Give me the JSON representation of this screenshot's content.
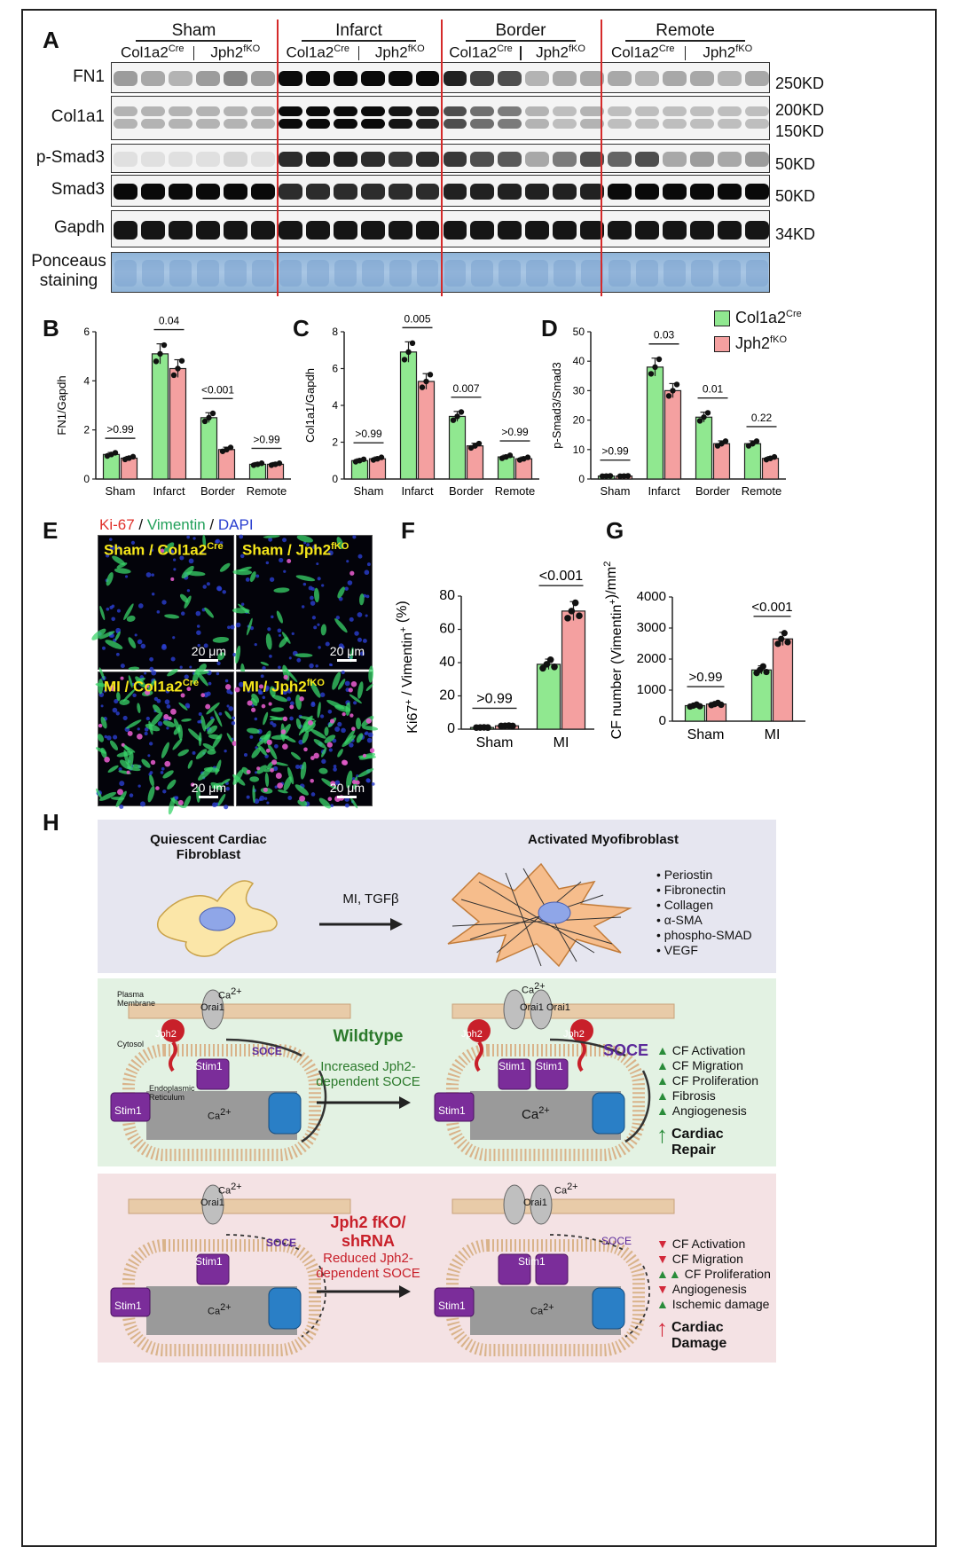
{
  "labels": {
    "A": "A",
    "B": "B",
    "C": "C",
    "D": "D",
    "E": "E",
    "F": "F",
    "G": "G",
    "H": "H"
  },
  "western": {
    "groups": [
      "Sham",
      "Infarct",
      "Border",
      "Remote"
    ],
    "genotype_left": "Col1a2",
    "genotype_left_sup": "Cre",
    "genotype_right": "Jph2",
    "genotype_right_sup": "fKO",
    "rows": [
      {
        "name": "FN1",
        "kd": "250KD"
      },
      {
        "name": "Col1a1",
        "kd": "200KD",
        "kd2": "150KD"
      },
      {
        "name": "p-Smad3",
        "kd": "50KD"
      },
      {
        "name": "Smad3",
        "kd": "50KD"
      },
      {
        "name": "Gapdh",
        "kd": "34KD"
      },
      {
        "name": "Ponceaus staining",
        "kd": ""
      }
    ],
    "ponceau_line1": "Ponceaus",
    "ponceau_line2": "staining"
  },
  "legend": {
    "s1": "Col1a2",
    "s1_sup": "Cre",
    "s2": "Jph2",
    "s2_sup": "fKO",
    "c1": "#90e890",
    "c2": "#f4a0a0"
  },
  "chart_data": [
    {
      "panel": "B",
      "type": "bar",
      "categories": [
        "Sham",
        "Infarct",
        "Border",
        "Remote"
      ],
      "ylabel": "FN1/Gapdh",
      "ylim": [
        0,
        6
      ],
      "yticks": [
        0,
        2,
        4,
        6
      ],
      "series": [
        {
          "name": "Col1a2Cre",
          "values": [
            1.0,
            5.1,
            2.5,
            0.6
          ]
        },
        {
          "name": "Jph2fKO",
          "values": [
            0.85,
            4.5,
            1.2,
            0.6
          ]
        }
      ],
      "pvalues": [
        ">0.99",
        "0.04",
        "<0.001",
        ">0.99"
      ]
    },
    {
      "panel": "C",
      "type": "bar",
      "categories": [
        "Sham",
        "Infarct",
        "Border",
        "Remote"
      ],
      "ylabel": "Col1a1/Gapdh",
      "ylim": [
        0,
        8
      ],
      "yticks": [
        0,
        2,
        4,
        6,
        8
      ],
      "series": [
        {
          "name": "Col1a2Cre",
          "values": [
            1.0,
            6.9,
            3.4,
            1.2
          ]
        },
        {
          "name": "Jph2fKO",
          "values": [
            1.1,
            5.3,
            1.8,
            1.1
          ]
        }
      ],
      "pvalues": [
        ">0.99",
        "0.005",
        "0.007",
        ">0.99"
      ]
    },
    {
      "panel": "D",
      "type": "bar",
      "categories": [
        "Sham",
        "Infarct",
        "Border",
        "Remote"
      ],
      "ylabel": "p-Smad3/Smad3",
      "ylim": [
        0,
        50
      ],
      "yticks": [
        0,
        10,
        20,
        30,
        40,
        50
      ],
      "series": [
        {
          "name": "Col1a2Cre",
          "values": [
            1,
            38,
            21,
            12
          ]
        },
        {
          "name": "Jph2fKO",
          "values": [
            1,
            30,
            12,
            7
          ]
        }
      ],
      "pvalues": [
        ">0.99",
        "0.03",
        "0.01",
        "0.22"
      ]
    },
    {
      "panel": "F",
      "type": "bar",
      "categories": [
        "Sham",
        "MI"
      ],
      "ylabel": "Ki67+ / Vimentin+ (%)",
      "ylim": [
        0,
        80
      ],
      "yticks": [
        0,
        20,
        40,
        60,
        80
      ],
      "series": [
        {
          "name": "Col1a2Cre",
          "values": [
            1,
            39
          ]
        },
        {
          "name": "Jph2fKO",
          "values": [
            2,
            71
          ]
        }
      ],
      "pvalues": [
        ">0.99",
        "<0.001"
      ]
    },
    {
      "panel": "G",
      "type": "bar",
      "categories": [
        "Sham",
        "MI"
      ],
      "ylabel": "CF number (Vimentin+)/mm2",
      "ylim": [
        0,
        4000
      ],
      "yticks": [
        0,
        1000,
        2000,
        3000,
        4000
      ],
      "series": [
        {
          "name": "Col1a2Cre",
          "values": [
            500,
            1650
          ]
        },
        {
          "name": "Jph2fKO",
          "values": [
            550,
            2650
          ]
        }
      ],
      "pvalues": [
        ">0.99",
        "<0.001"
      ]
    }
  ],
  "axislabels": {
    "F_a": "Ki67",
    "F_b": "+",
    "F_c": " / Vimentin",
    "F_d": "+",
    "F_e": " (%)",
    "G_a": "CF number (Vimentin",
    "G_b": "+",
    "G_c": ")/mm",
    "G_d": "2"
  },
  "micro": {
    "stain_ki": "Ki-67",
    "stain_sep1": " / ",
    "stain_vim": "Vimentin",
    "stain_sep2": " / ",
    "stain_dapi": "DAPI",
    "t1": "Sham / Col1a2",
    "t1s": "Cre",
    "t2": "Sham / Jph2",
    "t2s": "fKO",
    "t3": "MI / Col1a2",
    "t3s": "Cre",
    "t4": "MI / Jph2",
    "t4s": "fKO",
    "scale": "20 μm"
  },
  "diagram": {
    "quiescent": "Quiescent Cardiac Fibroblast",
    "activated": "Activated Myofibroblast",
    "mi_tgf": "MI, TGFβ",
    "markers": [
      "• Periostin",
      "• Fibronectin",
      "• Collagen",
      "• α-SMA",
      "• phospho-SMAD",
      "• VEGF"
    ],
    "plasma": "Plasma Membrane",
    "cytosol": "Cytosol",
    "er": "Endoplasmic Reticulum",
    "orai": "Orai1",
    "stim": "Stim1",
    "jph2": "Jph2",
    "soce": "SOCE",
    "ca": "Ca",
    "ca_sup": "2+",
    "wildtype": "Wildtype",
    "wt_arrow": "Increased Jph2-dependent SOCE",
    "wt_effects": [
      "CF Activation",
      "CF Migration",
      "CF Proliferation",
      "Fibrosis",
      "Angiogenesis"
    ],
    "wt_outcome": "Cardiac Repair",
    "ko_title": "Jph2 fKO/ shRNA",
    "ko_arrow": "Reduced Jph2-dependent SOCE",
    "ko_effects": [
      {
        "dir": "down",
        "text": "CF Activation"
      },
      {
        "dir": "down",
        "text": "CF Migration"
      },
      {
        "dir": "upup",
        "text": "CF Proliferation"
      },
      {
        "dir": "down",
        "text": "Angiogenesis"
      },
      {
        "dir": "up",
        "text": "Ischemic damage"
      }
    ],
    "ko_outcome": "Cardiac Damage"
  }
}
